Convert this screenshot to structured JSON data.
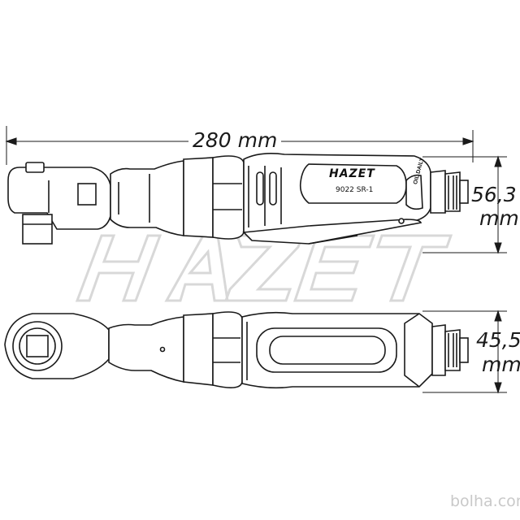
{
  "dimensions": {
    "length_label": "280 mm",
    "height_value": "56,3",
    "height_unit": "mm",
    "width_value": "45,5",
    "width_unit": "mm"
  },
  "tool": {
    "brand": "HAZET",
    "model": "9022 SR-1",
    "oil_label": "OIL DAILY"
  },
  "watermark": {
    "logo_text": "HAZET",
    "site": "bolha.com"
  }
}
